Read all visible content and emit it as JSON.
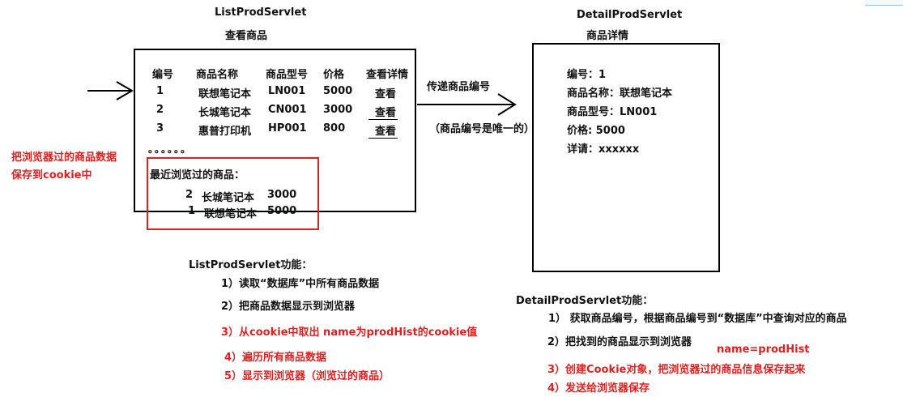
{
  "list_servlet": {
    "name": "ListProdServlet",
    "subtitle": "查看商品",
    "headers": [
      "编号",
      "商品名称",
      "商品型号",
      "价格",
      "查看详情"
    ],
    "rows": [
      [
        "1",
        "联想笔记本",
        "LN001",
        "5000",
        "查看"
      ],
      [
        "2",
        "长城笔记本",
        "CN001",
        "3000",
        "查看"
      ],
      [
        "3",
        "惠普打印机",
        "HP001",
        "800",
        "查看"
      ]
    ],
    "ellipsis": "。。。。。。",
    "recent_title": "最近浏览过的商品：",
    "recent": [
      [
        "2",
        "长城笔记本",
        "3000"
      ],
      [
        "1",
        "联想笔记本",
        "5000"
      ]
    ]
  },
  "arrow_label": {
    "line1": "传递商品编号",
    "line2": "（商品编号是唯一的）"
  },
  "left_note": {
    "line1": "把浏览器过的商品数据",
    "line2": "保存到cookie中"
  },
  "detail_servlet": {
    "name": "DetailProdServlet",
    "subtitle": "商品详情",
    "lines": [
      "编号：1",
      "商品名称：联想笔记本",
      "商品型号：LN001",
      "价格: 5000",
      "详请：xxxxxx"
    ]
  },
  "list_functions": {
    "title": "ListProdServlet功能：",
    "items": [
      {
        "text": "1）读取“数据库”中所有商品数据",
        "color": "#111111"
      },
      {
        "text": "2）把商品数据显示到浏览器",
        "color": "#111111"
      },
      {
        "text": "3）从cookie中取出 name为prodHist的cookie值",
        "color": "#e02020"
      },
      {
        "text": "4）遍历所有商品数据",
        "color": "#e02020"
      },
      {
        "text": "5）显示到浏览器（浏览过的商品）",
        "color": "#e02020"
      }
    ]
  },
  "detail_functions": {
    "title": "DetailProdServlet功能：",
    "items": [
      {
        "text": "1）  获取商品编号，根据商品编号到“数据库”中查询对应的商品",
        "color": "#111111"
      },
      {
        "text": "2）把找到的商品显示到浏览器",
        "color": "#111111"
      },
      {
        "text": "3）创建Cookie对象，把浏览器过的商品信息保存起来",
        "color": "#e02020"
      },
      {
        "text": "4）发送给浏览器保存",
        "color": "#e02020"
      }
    ],
    "note": "name=prodHist"
  },
  "colors": {
    "accent": "#e02020",
    "text": "#111111"
  }
}
